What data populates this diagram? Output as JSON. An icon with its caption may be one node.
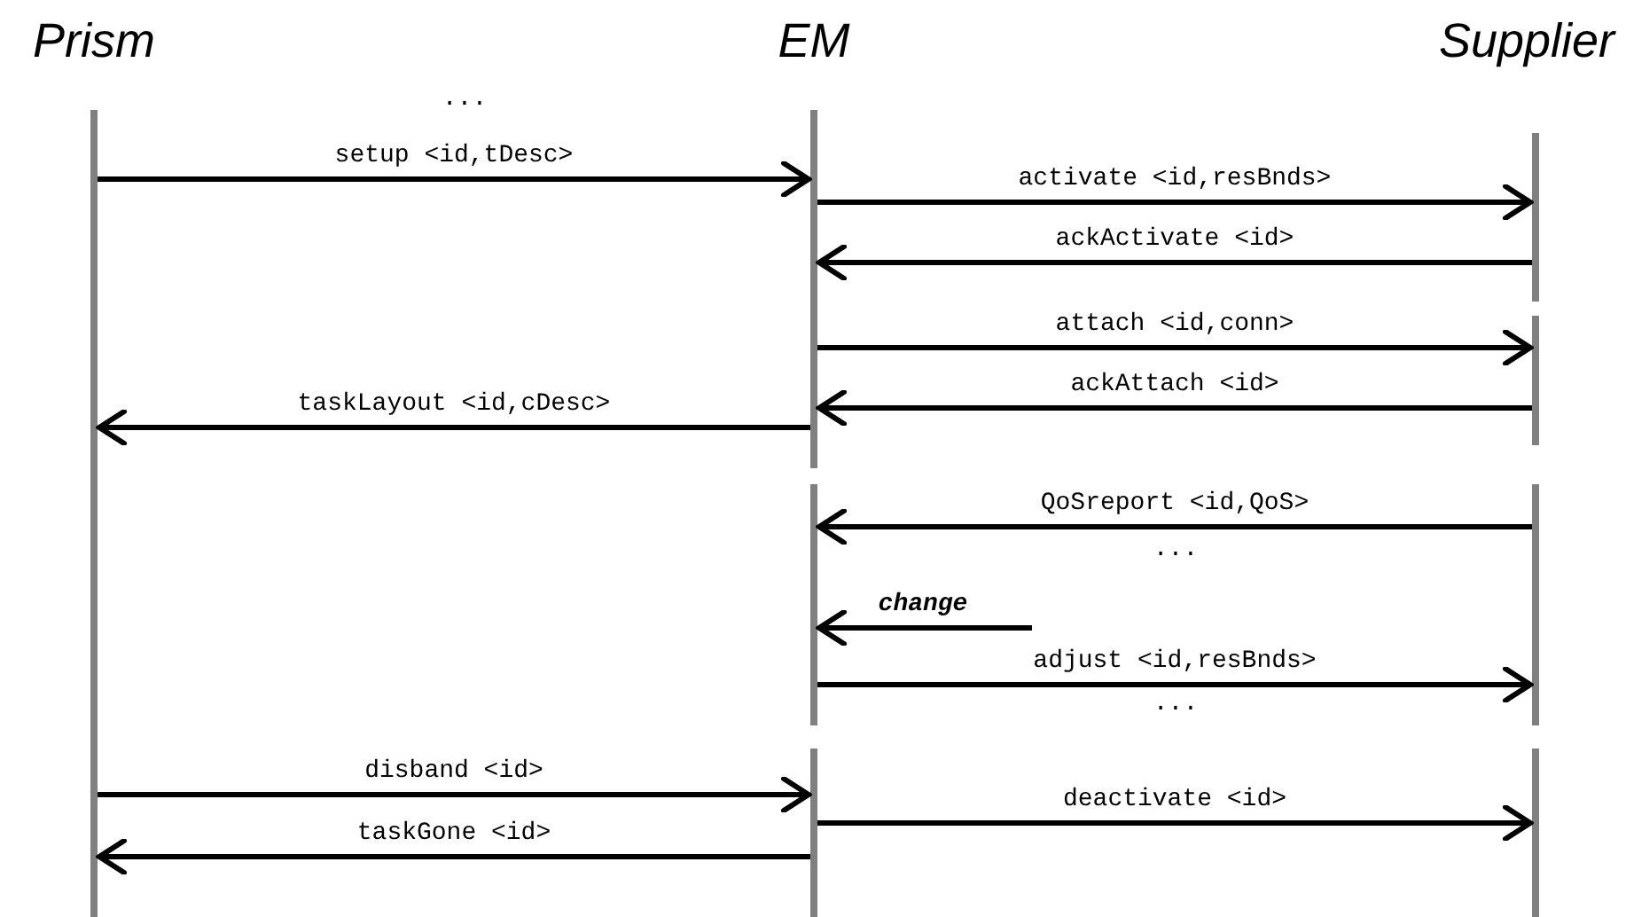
{
  "diagram": {
    "nodes": [
      {
        "text": [
          "Prism"
        ]
      },
      {
        "text": [
          "EM"
        ]
      },
      {
        "text": [
          "Supplier"
        ]
      }
    ],
    "edges": [
      {
        "from": 0,
        "to": 1,
        "arrow": "to",
        "label": "setup <id,tDesc>"
      },
      {
        "from": 1,
        "to": 2,
        "arrow": "to",
        "label": "activate <id,resBnds>"
      },
      {
        "from": 2,
        "to": 1,
        "arrow": "to",
        "label": "ackActivate <id>"
      },
      {
        "from": 1,
        "to": 2,
        "arrow": "to",
        "label": "attach <id,conn>"
      },
      {
        "from": 2,
        "to": 1,
        "arrow": "to",
        "label": "ackAttach <id>"
      },
      {
        "from": 1,
        "to": 0,
        "arrow": "to",
        "label": "taskLayout <id,cDesc>"
      },
      {
        "from": 2,
        "to": 1,
        "arrow": "to",
        "label": "QoSreport <id,QoS>"
      },
      {
        "from": null,
        "to": 1,
        "arrow": "to",
        "label": "change"
      },
      {
        "from": 1,
        "to": 2,
        "arrow": "to",
        "label": "adjust <id,resBnds>"
      },
      {
        "from": 0,
        "to": 1,
        "arrow": "to",
        "label": "disband <id>"
      },
      {
        "from": 1,
        "to": 2,
        "arrow": "to",
        "label": "deactivate <id>"
      },
      {
        "from": 1,
        "to": 0,
        "arrow": "to",
        "label": "taskGone <id>"
      }
    ],
    "labels": [
      "...",
      "...",
      "..."
    ]
  }
}
